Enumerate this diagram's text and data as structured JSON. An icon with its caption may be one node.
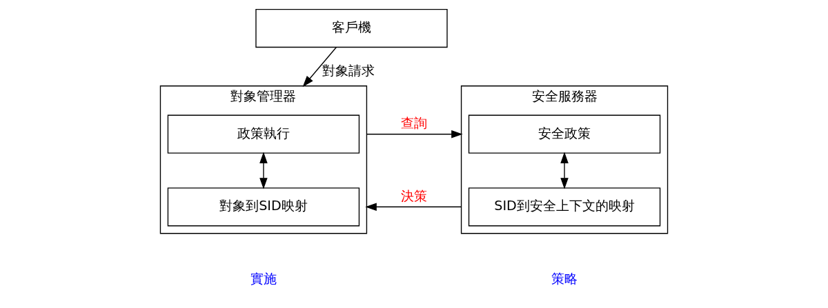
{
  "diagram": {
    "nodes": [
      {
        "text": [
          "客戶機"
        ]
      },
      {
        "text": [
          "對象管理器"
        ]
      },
      {
        "text": [
          "政策執行"
        ],
        "in": 1
      },
      {
        "text": [
          "對象到SID映射"
        ],
        "in": 1
      },
      {
        "text": [
          "安全服務器"
        ]
      },
      {
        "text": [
          "安全政策"
        ],
        "in": 4
      },
      {
        "text": [
          "SID到安全上下文的映射"
        ],
        "in": 4
      }
    ],
    "edges": [
      {
        "from": 0,
        "to": 1,
        "arrow": "to",
        "label": "對象請求"
      },
      {
        "from": 1,
        "to": 4,
        "arrow": "to",
        "label": "查詢"
      },
      {
        "from": 4,
        "to": 1,
        "arrow": "to",
        "label": "決策"
      },
      {
        "from": 2,
        "to": 3,
        "arrow": "both"
      },
      {
        "from": 5,
        "to": 6,
        "arrow": "both"
      }
    ],
    "labels": [
      "實施",
      "策略"
    ]
  }
}
